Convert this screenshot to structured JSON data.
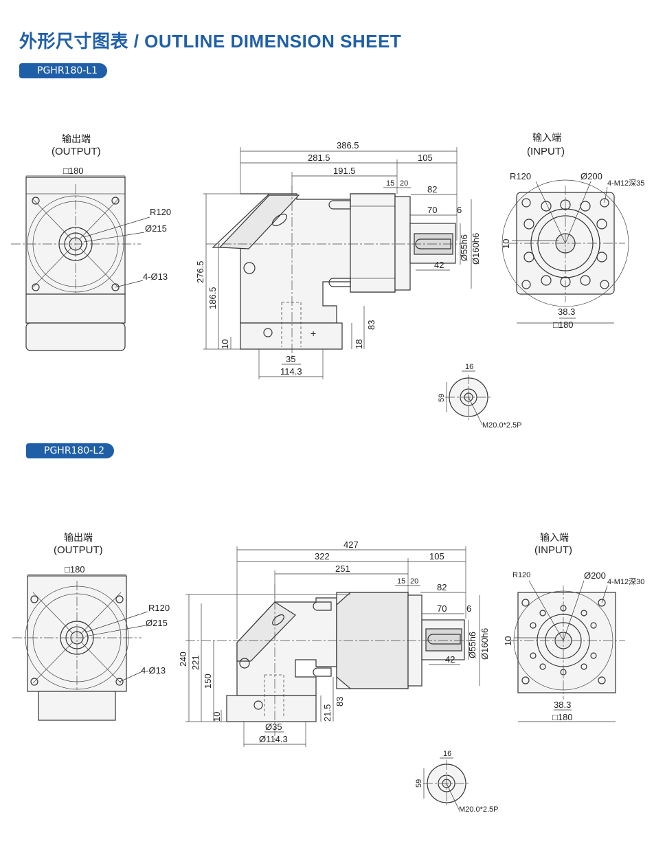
{
  "page_title": "外形尺寸图表 / OUTLINE DIMENSION SHEET",
  "sections": [
    {
      "model": "PGHR180-L1",
      "output_cn": "输出端",
      "output_en": "(OUTPUT)",
      "input_cn": "输入端",
      "input_en": "(INPUT)",
      "front": {
        "square": "□180",
        "r": "R120",
        "d": "Ø215",
        "holes": "4-Ø13"
      },
      "side": {
        "overall": "386.5",
        "a": "281.5",
        "b": "105",
        "c": "191.5",
        "d15": "15",
        "d20": "20",
        "d82": "82",
        "d70": "70",
        "d6": "6",
        "d55": "Ø55h6",
        "d160": "Ø160h6",
        "d42": "42",
        "h276": "276.5",
        "h186": "186.5",
        "h10": "10",
        "h18": "18",
        "h83": "83",
        "w35": "35",
        "w114": "114.3"
      },
      "input_view": {
        "r": "R120",
        "d200": "Ø200",
        "holes": "4-M12深35",
        "d10": "10",
        "d383": "38.3",
        "square": "□180"
      },
      "detail": {
        "d16": "16",
        "d59": "59",
        "thread": "M20.0*2.5P"
      }
    },
    {
      "model": "PGHR180-L2",
      "output_cn": "输出端",
      "output_en": "(OUTPUT)",
      "input_cn": "输入端",
      "input_en": "(INPUT)",
      "front": {
        "square": "□180",
        "r": "R120",
        "d": "Ø215",
        "holes": "4-Ø13"
      },
      "side": {
        "overall": "427",
        "a": "322",
        "b": "105",
        "c": "251",
        "d15": "15",
        "d20": "20",
        "d82": "82",
        "d70": "70",
        "d6": "6",
        "d55": "Ø55h6",
        "d160": "Ø160h6",
        "d42": "42",
        "h240": "240",
        "h221": "221",
        "h150": "150",
        "h10": "10",
        "h215": "21.5",
        "h83": "83",
        "w35": "Ø35",
        "w114": "Ø114.3"
      },
      "input_view": {
        "r": "R120",
        "d200": "Ø200",
        "holes": "4-M12深30",
        "d10": "10",
        "d383": "38.3",
        "square": "□180"
      },
      "detail": {
        "d16": "16",
        "d59": "59",
        "thread": "M20.0*2.5P"
      }
    }
  ]
}
